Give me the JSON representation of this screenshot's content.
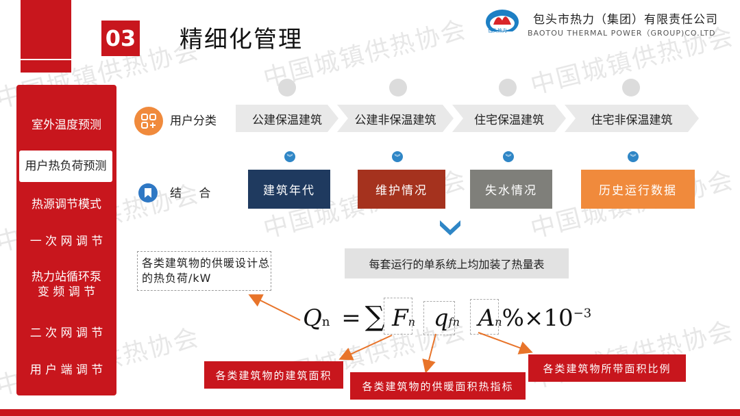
{
  "header": {
    "section_number": "03",
    "title": "精细化管理",
    "company_cn": "包头市热力（集团）有限责任公司",
    "company_en": "BAOTOU THERMAL POWER（GROUP)CO.LTD",
    "logo_text": "包头热力"
  },
  "watermark": "中国城镇供热协会",
  "sidebar": {
    "items": [
      {
        "label": "室外温度预测",
        "active": false
      },
      {
        "label": "用户热负荷预测",
        "active": true
      },
      {
        "label": "热源调节模式",
        "active": false
      },
      {
        "label": "一 次 网 调 节",
        "active": false
      },
      {
        "label": "热力站循环泵\n变 频 调 节",
        "active": false
      },
      {
        "label": "二 次 网 调 节",
        "active": false
      },
      {
        "label": "用 户 端 调 节",
        "active": false
      }
    ]
  },
  "categories": {
    "label": "用户分类",
    "items": [
      "公建保温建筑",
      "公建非保温建筑",
      "住宅保温建筑",
      "住宅非保温建筑"
    ]
  },
  "combine": {
    "label": "结 合",
    "items": [
      {
        "label": "建筑年代",
        "color": "#1f3a5f"
      },
      {
        "label": "维护情况",
        "color": "#a5321e"
      },
      {
        "label": "失水情况",
        "color": "#7f7f7a"
      },
      {
        "label": "历史运行数据",
        "color": "#f08a3c"
      }
    ]
  },
  "meter_note": "每套运行的单系统上均加装了热量表",
  "formula": {
    "lhs": "Q",
    "lhs_sub": "n",
    "eq": "=",
    "sum": "∑",
    "f": "F",
    "f_sub": "n",
    "q": "q",
    "q_sub": "fn",
    "a": "A",
    "a_sub": "n",
    "tail": "%×10",
    "exp": "−3"
  },
  "annotations": {
    "total_load": "各类建筑物的供暖设计总的热负荷/kW",
    "area": "各类建筑物的建筑面积",
    "index": "各类建筑物的供暖面积热指标",
    "ratio": "各类建筑物所带面积比例"
  },
  "colors": {
    "brand_red": "#c8161d",
    "accent_orange": "#f08a3c",
    "accent_blue": "#2f86c6"
  }
}
